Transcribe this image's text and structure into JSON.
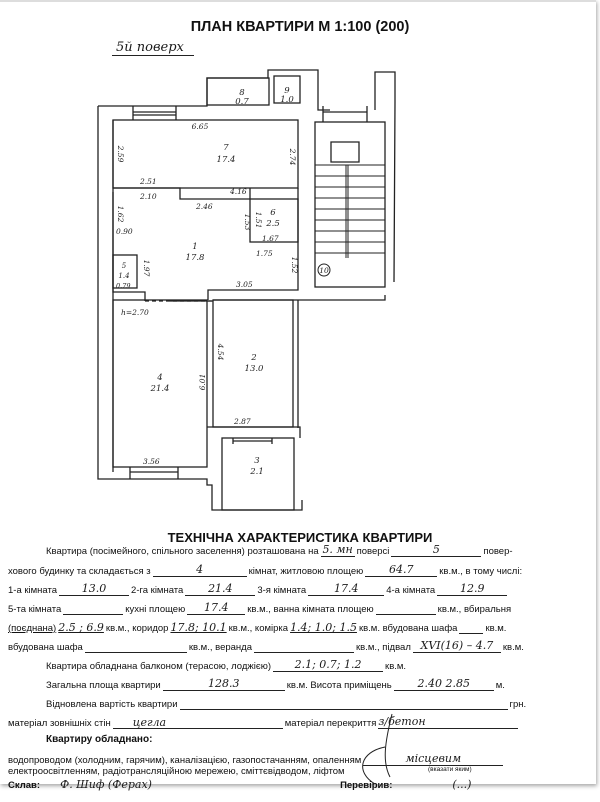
{
  "plan": {
    "title": "ПЛАН КВАРТИРИ М 1:100 (200)",
    "floor_note": "5й поверх",
    "rooms": [
      {
        "num": "7",
        "area": "17.4"
      },
      {
        "num": "1",
        "area": "17.8"
      },
      {
        "num": "4",
        "area": "21.4"
      },
      {
        "num": "2",
        "area": "13.0"
      },
      {
        "num": "3",
        "area": "2.1"
      },
      {
        "num": "6",
        "area": "2.5"
      },
      {
        "num": "5",
        "area": "1.4"
      },
      {
        "num": "8",
        "area": "0.7"
      },
      {
        "num": "9",
        "area": "1.0"
      }
    ],
    "dims": {
      "d665": "6.65",
      "d259": "2.59",
      "d274": "2.74",
      "d251": "2.51",
      "d210": "2.10",
      "d416": "4.16",
      "d246": "2.46",
      "d162": "1.62",
      "d153": "1.53",
      "d151": "1.51",
      "d167": "1.67",
      "d090": "0.90",
      "d175": "1.75",
      "d079": "0.79",
      "d197": "1.97",
      "d152": "1.52",
      "d305": "3.05",
      "h": "h=2.70",
      "d454": "4.54",
      "d601": "6.01",
      "d287": "2.87",
      "d356": "3.56"
    },
    "stair_label": "10"
  },
  "form": {
    "title": "ТЕХНІЧНА ХАРАКТЕРИСТИКА КВАРТИРИ",
    "l1a": "Квартира (посімейного, спільного заселення) розташована на",
    "l1v1": "5. мн",
    "l1b": "поверсі",
    "l1v2": "5",
    "l1c": "повер-",
    "l2a": "хового будинку та складається з",
    "l2v1": "4",
    "l2b": "кімнат, житловою площею",
    "l2v2": "64.7",
    "l2c": "кв.м., в тому числі:",
    "r1": "1-а кімната",
    "r1v": "13.0",
    "r2": "2-га кімната",
    "r2v": "21.4",
    "r3": "3-я кімната",
    "r3v": "17.4",
    "r4": "4-а кімната",
    "r4v": "12.9",
    "r5": "5-та кімната",
    "r5v": "",
    "kitchen": "кухні площею",
    "kitchen_v": "17.4",
    "kvm": "кв.м.",
    "bath": "кв.м., ванна кімната площею",
    "bath_v": "",
    "wc": "кв.м., вбиральня",
    "wc_comb": "(поєднана)",
    "wc_v": "2.5 ; 6.9",
    "corr": "кв.м., коридор",
    "corr_v": "17.8; 10.1",
    "store": "кв.м., комірка",
    "store_v": "1.4; 1.0; 1.5",
    "wardrobe1": "кв.м. вбудована шафа",
    "wardrobe1_v": "",
    "wardrobe2": "вбудована шафа",
    "wardrobe2_v": "",
    "veranda": "кв.м., веранда",
    "veranda_v": "",
    "cellar": "кв.м., підвал",
    "cellar_v": "XVI(16) – 4.7",
    "balcony": "Квартира обладнана балконом (терасою, лоджією)",
    "balcony_v": "2.1; 0.7; 1.2",
    "total": "Загальна площа квартири",
    "total_v": "128.3",
    "height": "кв.м. Висота приміщень",
    "height_v": "2.40  2.85",
    "m": "м.",
    "cost": "Відновлена вартість квартири",
    "cost_v": "",
    "uah": "грн.",
    "walls": "матеріал зовнішніх стін",
    "walls_v": "цегла",
    "floors": "матеріал перекриття",
    "floors_v": "з/бетон",
    "equipped": "Квартиру обладнано:",
    "eq1": "водопроводом (холодним, гарячим), каналізацією, газопостачанням, опаленням",
    "eq1_v": "місцевим",
    "specify": "(вказати яким)",
    "eq2": "електроосвітленням, радіотрансляційною мережею, сміттєвідводом, ліфтом",
    "made": "Склав:",
    "made_v": "Ф. Шиф (Ферах)",
    "checked": "Перевірив:",
    "checked_v": "(...)"
  }
}
